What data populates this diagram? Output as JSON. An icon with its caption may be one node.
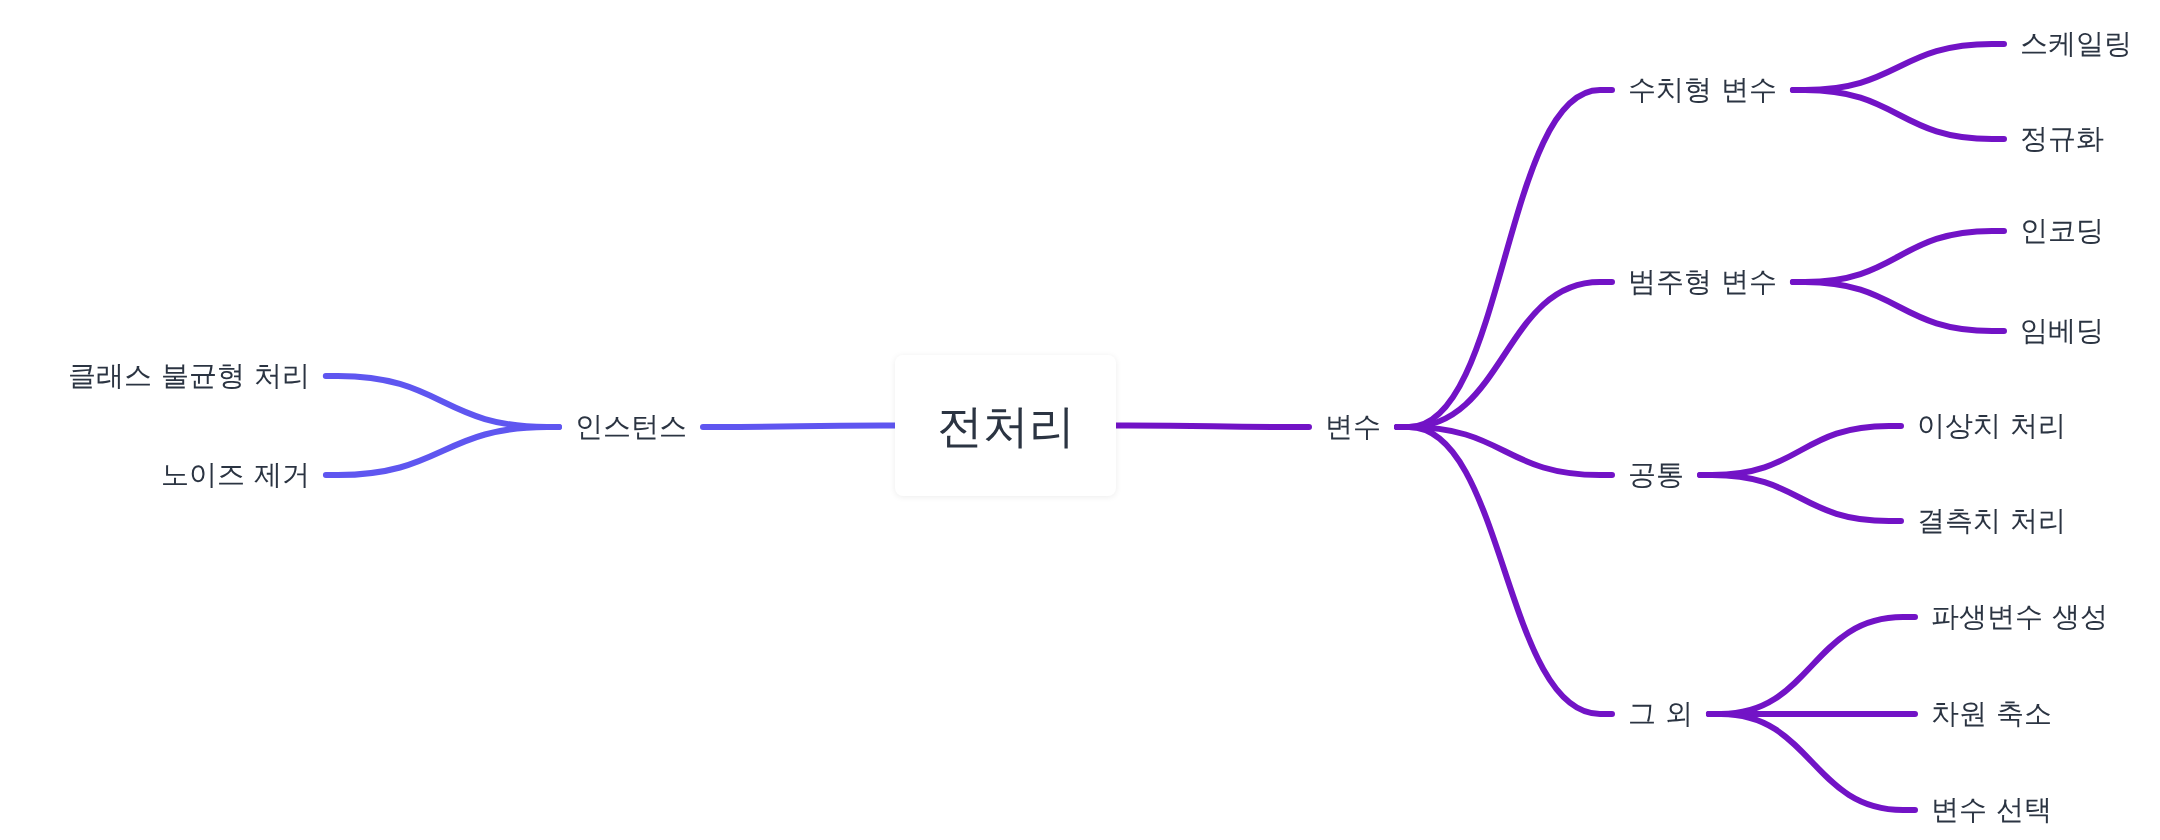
{
  "diagram": {
    "nodes": [
      {
        "text": [
          "클래스 불균형 처리"
        ]
      },
      {
        "text": [
          "노이즈 제거"
        ]
      },
      {
        "text": [
          "인스턴스"
        ]
      },
      {
        "text": [
          "전처리"
        ]
      },
      {
        "text": [
          "변수"
        ]
      },
      {
        "text": [
          "수치형 변수"
        ]
      },
      {
        "text": [
          "스케일링"
        ]
      },
      {
        "text": [
          "정규화"
        ]
      },
      {
        "text": [
          "범주형 변수"
        ]
      },
      {
        "text": [
          "인코딩"
        ]
      },
      {
        "text": [
          "임베딩"
        ]
      },
      {
        "text": [
          "공통"
        ]
      },
      {
        "text": [
          "이상치 처리"
        ]
      },
      {
        "text": [
          "결측치 처리"
        ]
      },
      {
        "text": [
          "그 외"
        ]
      },
      {
        "text": [
          "파생변수 생성"
        ]
      },
      {
        "text": [
          "차원 축소"
        ]
      },
      {
        "text": [
          "변수 선택"
        ]
      }
    ],
    "edges": [
      {
        "from": 3,
        "to": 2,
        "arrow": "none",
        "color": "#5f56f0"
      },
      {
        "from": 2,
        "to": 0,
        "arrow": "none",
        "color": "#5f56f0"
      },
      {
        "from": 2,
        "to": 1,
        "arrow": "none",
        "color": "#5f56f0"
      },
      {
        "from": 3,
        "to": 4,
        "arrow": "none"
      },
      {
        "from": 4,
        "to": 5,
        "arrow": "none"
      },
      {
        "from": 4,
        "to": 8,
        "arrow": "none"
      },
      {
        "from": 4,
        "to": 11,
        "arrow": "none"
      },
      {
        "from": 4,
        "to": 14,
        "arrow": "none"
      },
      {
        "from": 5,
        "to": 6,
        "arrow": "none"
      },
      {
        "from": 5,
        "to": 7,
        "arrow": "none"
      },
      {
        "from": 8,
        "to": 9,
        "arrow": "none"
      },
      {
        "from": 8,
        "to": 10,
        "arrow": "none"
      },
      {
        "from": 11,
        "to": 12,
        "arrow": "none"
      },
      {
        "from": 11,
        "to": 13,
        "arrow": "none"
      },
      {
        "from": 14,
        "to": 15,
        "arrow": "none"
      },
      {
        "from": 14,
        "to": 16,
        "arrow": "none"
      },
      {
        "from": 14,
        "to": 17,
        "arrow": "none"
      }
    ]
  }
}
